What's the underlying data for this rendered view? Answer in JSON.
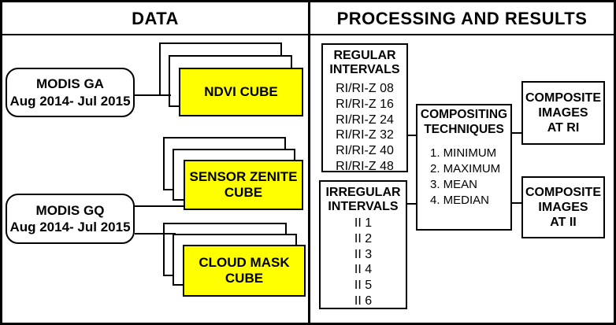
{
  "headers": {
    "data": "DATA",
    "processing": "PROCESSING AND RESULTS"
  },
  "data_panel": {
    "modis_ga": "MODIS GA\nAug 2014- Jul 2015",
    "modis_gq": "MODIS GQ\nAug 2014- Jul 2015",
    "ndvi_cube": "NDVI CUBE",
    "sensor_zenite_cube": "SENSOR ZENITE\nCUBE",
    "cloud_mask_cube": "CLOUD MASK\nCUBE"
  },
  "processing_panel": {
    "regular_intervals": {
      "title": "REGULAR\nINTERVALS",
      "items": [
        "RI/RI-Z 08",
        "RI/RI-Z 16",
        "RI/RI-Z 24",
        "RI/RI-Z 32",
        "RI/RI-Z 40",
        "RI/RI-Z 48"
      ]
    },
    "irregular_intervals": {
      "title": "IRREGULAR\nINTERVALS",
      "items": [
        "II 1",
        "II 2",
        "II 3",
        "II 4",
        "II 5",
        "II 6"
      ]
    },
    "compositing_techniques": {
      "title": "COMPOSITING\nTECHNIQUES",
      "techniques": [
        "1. MINIMUM",
        "2. MAXIMUM",
        "3. MEAN",
        "4. MEDIAN"
      ]
    },
    "composite_images_ri": "COMPOSITE\nIMAGES\nAT RI",
    "composite_images_ii": "COMPOSITE\nIMAGES\nAT II"
  },
  "colors": {
    "cube_highlight": "#ffff00",
    "line": "#000000",
    "background": "#ffffff",
    "text": "#000000"
  }
}
